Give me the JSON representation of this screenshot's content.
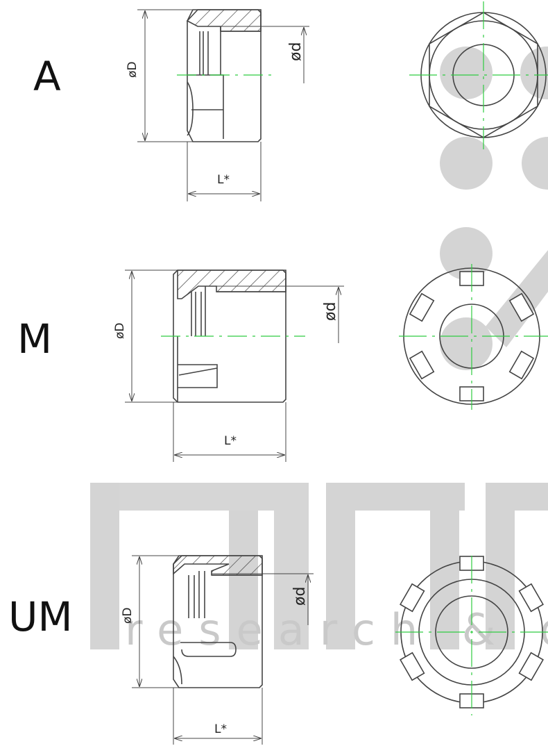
{
  "variants": [
    {
      "label": "A",
      "diameter_outer": "øD",
      "diameter_inner": "ød",
      "length": "L*"
    },
    {
      "label": "M",
      "diameter_outer": "øD",
      "diameter_inner": "ød",
      "length": "L*"
    },
    {
      "label": "UM",
      "diameter_outer": "øD",
      "diameter_inner": "ød",
      "length": "L*"
    }
  ],
  "watermark": {
    "text": "research & dev"
  },
  "colors": {
    "line": "#444444",
    "centerline": "#2ecc40",
    "watermark": "#d0d0d0"
  }
}
